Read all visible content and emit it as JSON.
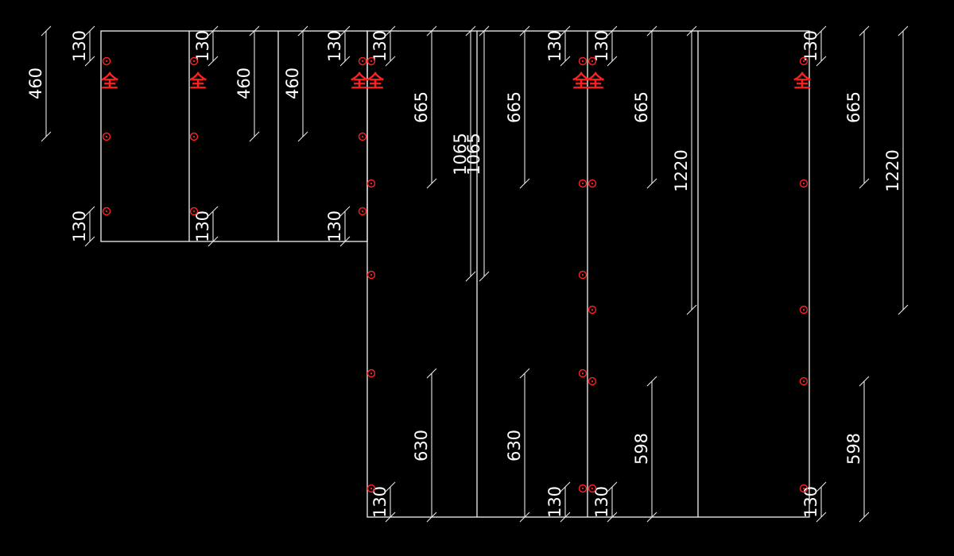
{
  "colors": {
    "background": "#000000",
    "line": "#f2f2f2",
    "hinge": "#ff2020"
  },
  "hinge_marker": "全",
  "labels": {
    "v130": "130",
    "v460": "460",
    "v665": "665",
    "v1065": "1065",
    "v1220": "1220",
    "v630": "630",
    "v598": "598"
  }
}
